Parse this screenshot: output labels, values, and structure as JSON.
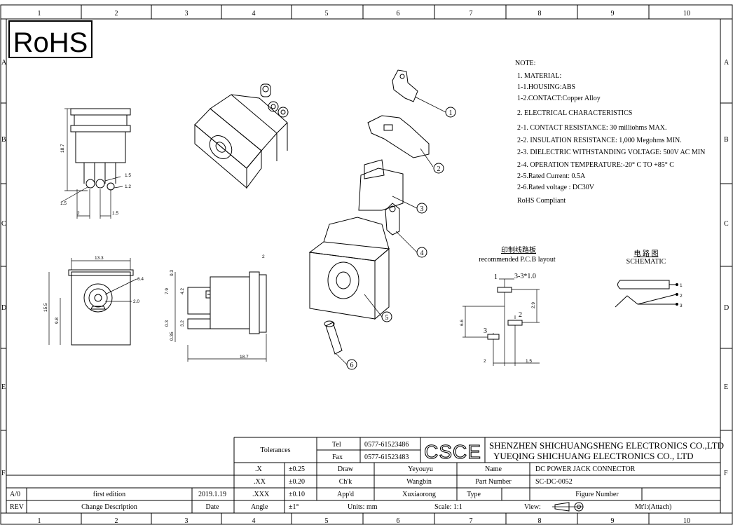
{
  "grid": {
    "columns": [
      "1",
      "2",
      "3",
      "4",
      "5",
      "6",
      "7",
      "8",
      "9",
      "10"
    ],
    "rows": [
      "A",
      "B",
      "C",
      "D",
      "E",
      "F"
    ]
  },
  "rohs_stamp": "RoHS",
  "notes": {
    "heading": "NOTE:",
    "lines": [
      "1. MATERIAL:",
      "1-1.HOUSING:ABS",
      "1-2.CONTACT:Copper Alloy",
      "2. ELECTRICAL CHARACTERISTICS",
      "2-1. CONTACT RESISTANCE: 30 milliohms  MAX.",
      "2-2. INSULATION RESISTANCE: 1,000 Megohms MIN.",
      "2-3. DIELECTRIC WITHSTANDING VOLTAGE: 500V AC MIN",
      "2-4. OPERATION  TEMPERATURE:-20° C TO  +85° C",
      "2-5.Rated Current: 0.5A",
      "2-6.Rated voltage : DC30V",
      "RoHS Compliant"
    ]
  },
  "exploded_view": {
    "callouts": [
      "1",
      "2",
      "3",
      "4",
      "5",
      "6"
    ]
  },
  "pcb_layout": {
    "title_cn": "印制线路板",
    "title_en": "recommended P.C.B layout",
    "hole_spec": "3-3*1.0",
    "pins": [
      "1",
      "2",
      "3"
    ],
    "dims": [
      "2",
      "1.5",
      "6.6",
      "2.9"
    ]
  },
  "schematic": {
    "title_cn": "电 路 图",
    "title_en": "SCHEMATIC",
    "pins": [
      "1",
      "2",
      "3"
    ]
  },
  "top_view_dims": [
    "18.7",
    "1.5",
    "1.2",
    "1.5",
    "2",
    "1.5"
  ],
  "front_view_dims": [
    "13.3",
    "15.5",
    "9.8",
    "6.4",
    "2.0"
  ],
  "side_view_dims": [
    "0.3",
    "7.9",
    "4.2",
    "0.3",
    "3.2",
    "0.35",
    "18.7",
    "2"
  ],
  "title_block": {
    "tolerances_label": "Tolerances",
    "tol_rows": [
      {
        "k": ".X",
        "v": "±0.25"
      },
      {
        "k": ".XX",
        "v": "±0.20"
      },
      {
        "k": ".XXX",
        "v": "±0.10"
      },
      {
        "k": "Angle",
        "v": "±1°"
      }
    ],
    "tel_label": "Tel",
    "tel": "0577-61523486",
    "fax_label": "Fax",
    "fax": "0577-61523483",
    "logo": "CSCE",
    "company_1": "SHENZHEN SHICHUANGSHENG ELECTRONICS CO.,LTD",
    "company_2": "YUEQING SHICHUANG ELECTRONICS CO., LTD",
    "draw_label": "Draw",
    "draw": "Yeyouyu",
    "chk_label": "Ch'k",
    "chk": "Wangbin",
    "app_label": "App'd",
    "app": "Xuxiaorong",
    "units_label": "Units: mm",
    "scale_label": "Scale: 1:1",
    "name_label": "Name",
    "name": "DC POWER JACK CONNECTOR",
    "part_label": "Part Number",
    "part": "SC-DC-0052",
    "type_label": "Type",
    "figure_label": "Figure Number",
    "view_label": "View:",
    "mtl_label": "Mt'l:(Attach)",
    "rev_row": {
      "rev": "A/0",
      "desc": "first edition",
      "date": "2019.1.19"
    },
    "rev_header": {
      "rev": "REV",
      "desc": "Change Description",
      "date": "Date"
    }
  }
}
